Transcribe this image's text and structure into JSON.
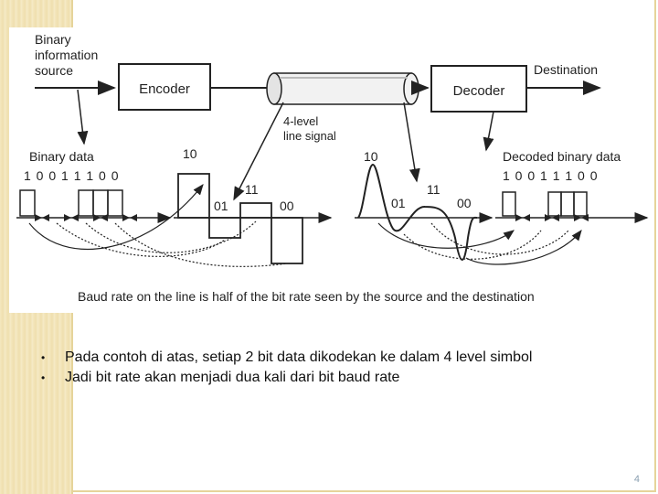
{
  "diagram": {
    "source_label": [
      "Binary",
      "information",
      "source"
    ],
    "encoder_label": "Encoder",
    "decoder_label": "Decoder",
    "destination_label": "Destination",
    "line_signal_label": [
      "4-level",
      "line signal"
    ],
    "binary_data_label": "Binary data",
    "binary_bits": "1 0 0 1 1 1 0 0",
    "decoded_label": "Decoded binary data",
    "decoded_bits": "1 0 0 1 1 1 0 0",
    "levels": [
      "10",
      "01",
      "11",
      "00"
    ],
    "caption": "Baud rate on the line is half of the bit rate seen by the source and the destination"
  },
  "bullets": [
    "Pada contoh di atas, setiap 2 bit data dikodekan ke dalam 4 level simbol",
    "Jadi bit rate akan menjadi dua kali dari bit baud rate"
  ],
  "bullet_symbol": "•",
  "page_number": "4"
}
